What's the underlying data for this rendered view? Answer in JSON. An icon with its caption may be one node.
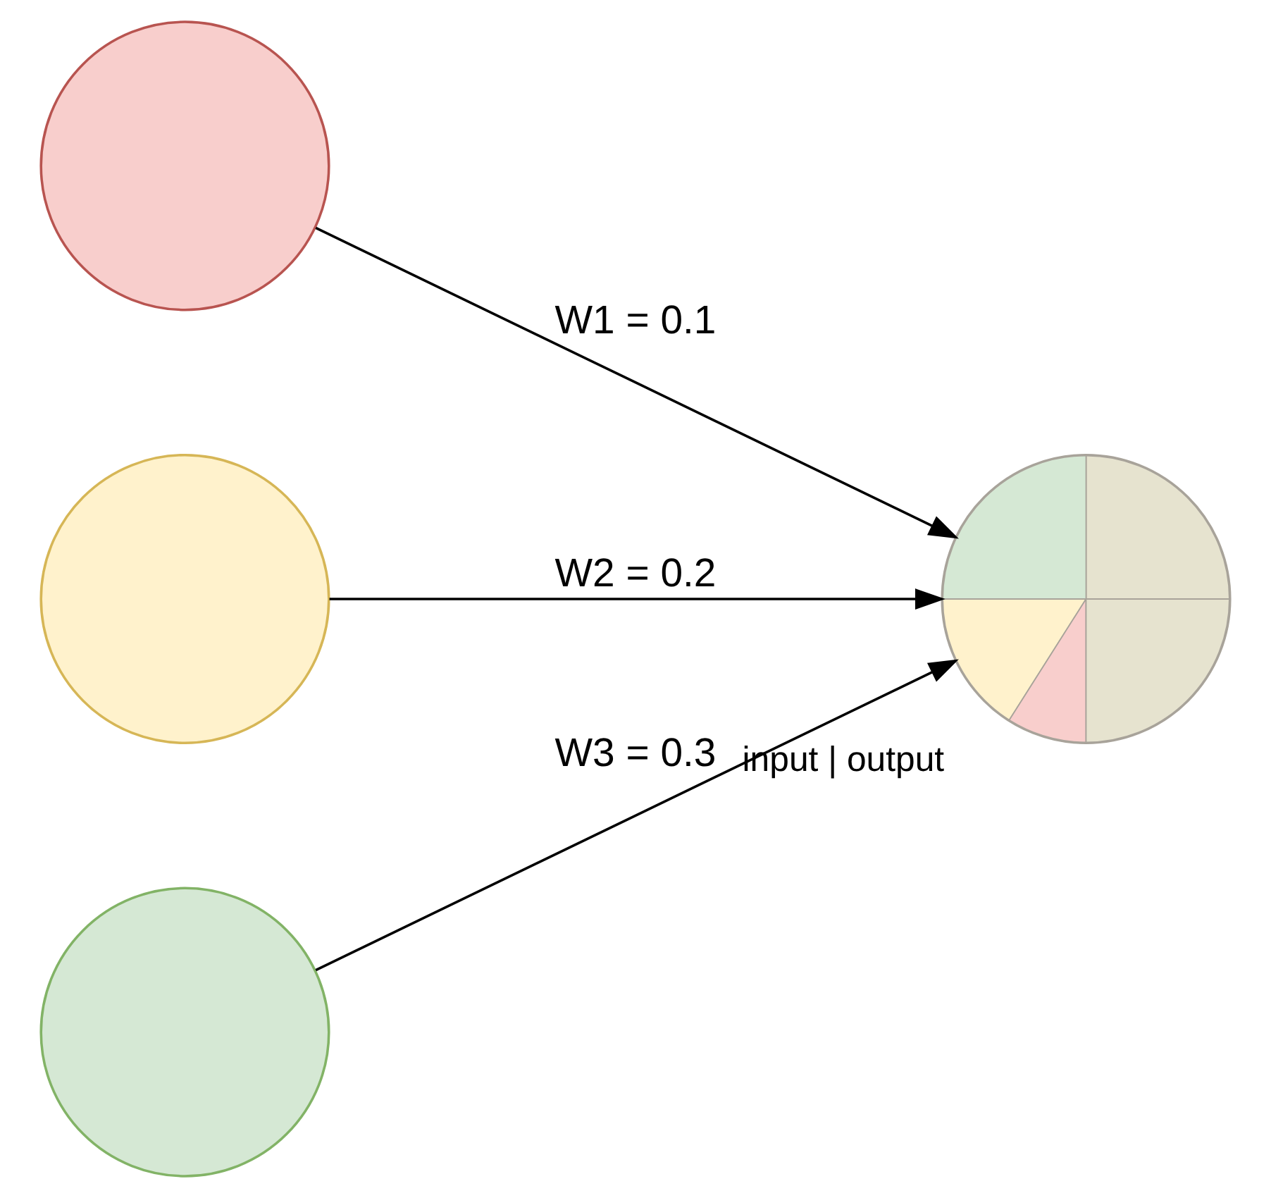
{
  "diagram": {
    "nodes": [
      {
        "text": [],
        "shape": "circle"
      },
      {
        "text": [],
        "shape": "circle"
      },
      {
        "text": [],
        "shape": "circle"
      },
      {
        "text": [
          "input | output"
        ]
      }
    ],
    "edges": [
      {
        "from": 0,
        "to": 3,
        "arrow": "to",
        "label": "W1 = 0.1"
      },
      {
        "from": 1,
        "to": 3,
        "arrow": "to",
        "label": "W2 = 0.2"
      },
      {
        "from": 2,
        "to": 3,
        "arrow": "to",
        "label": "W3 = 0.3"
      }
    ]
  }
}
